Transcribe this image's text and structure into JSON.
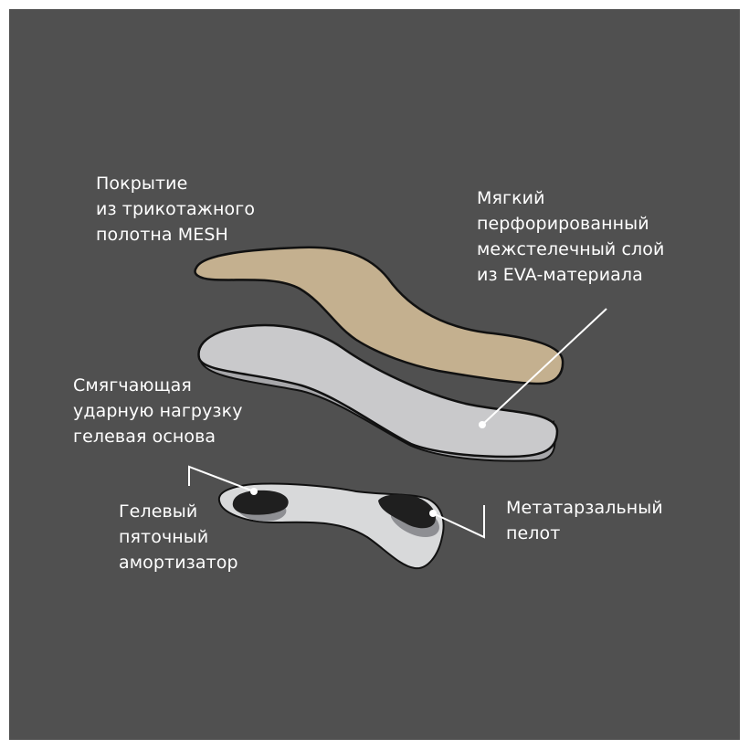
{
  "colors": {
    "background": "#505050",
    "mesh_layer": "#c4b08f",
    "eva_layer": "#c9c9cb",
    "gel_base": "#d8d9da",
    "gel_pads": "#1f1f1f",
    "outline": "#111111",
    "leader_lines": "#ffffff",
    "label_text": "#ffffff"
  },
  "labels": {
    "mesh_cover": [
      "Покрытие",
      "из трикотажного",
      "полотна MESH"
    ],
    "eva_layer": [
      "Мягкий",
      "перфорированный",
      "межстелечный слой",
      "из EVA-материала"
    ],
    "gel_base": [
      "Смягчающая",
      "ударную нагрузку",
      "гелевая основа"
    ],
    "heel_absorber": [
      "Гелевый",
      "пяточный",
      "амортизатор"
    ],
    "metatarsal_pad": [
      "Метатарзальный",
      "пелот"
    ]
  }
}
